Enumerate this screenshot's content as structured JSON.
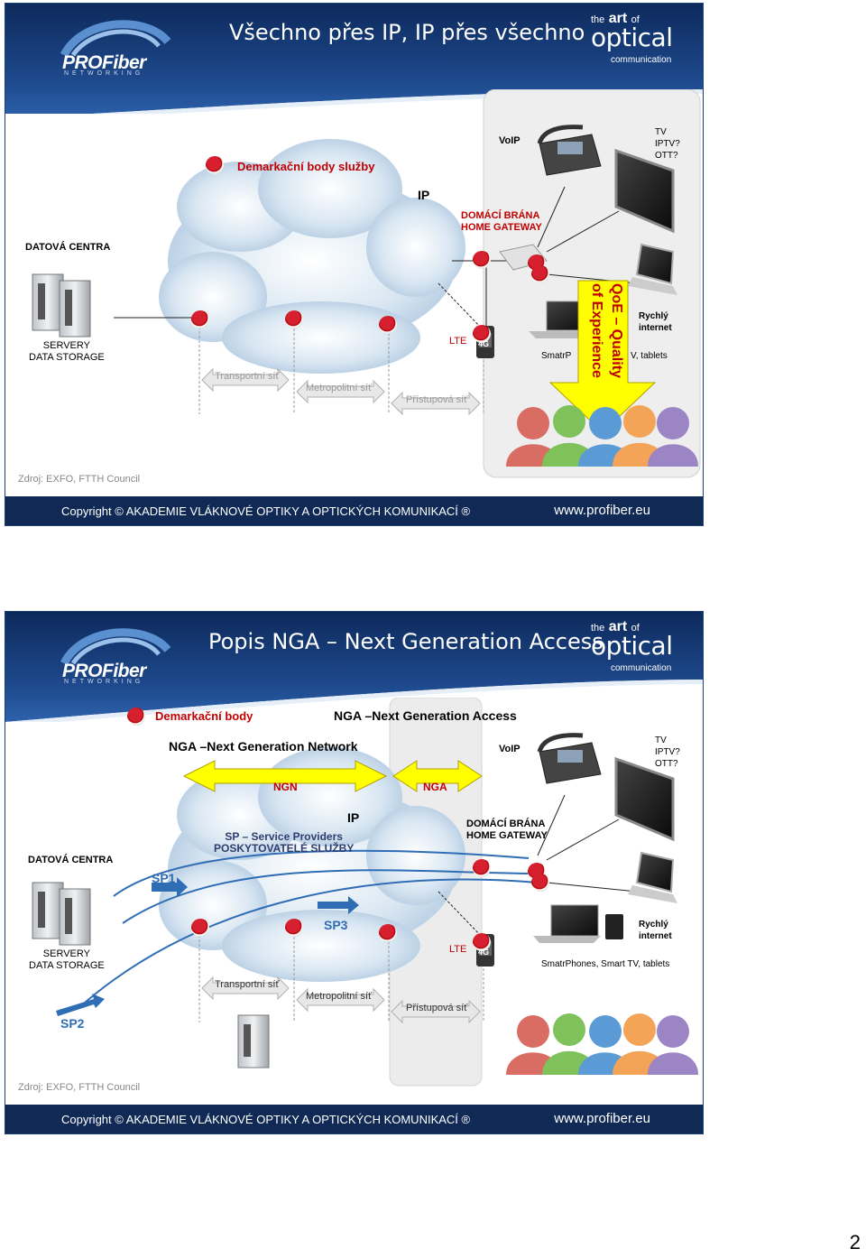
{
  "slide1": {
    "title": "Všechno přes IP, IP přes všechno",
    "logo": "PROFiber",
    "logo_sub": "NETWORKING",
    "art_the": "the",
    "art_art": "art",
    "art_of": "of",
    "art_optical": "optical",
    "art_comm": "communication",
    "demarc": "Demarkační body služby",
    "ip": "IP",
    "voip": "VoIP",
    "tv": "TV",
    "iptv": "IPTV?",
    "ott": "OTT?",
    "gateway1": "DOMÁCÍ BRÁNA",
    "gateway2": "HOME GATEWAY",
    "datacenter": "DATOVÁ CENTRA",
    "servery": "SERVERY",
    "storage": "DATA STORAGE",
    "lte": "LTE",
    "badge_4g": "4G",
    "rychly": "Rychlý",
    "internet": "internet",
    "smart_a": "SmatrP",
    "smart_b": "V, tablets",
    "qoe1": "QoE – Quality",
    "qoe2": "of Experience",
    "transport": "Transportní síť",
    "metro": "Metropolitní síť",
    "pristup": "Přístupová síť",
    "source": "Zdroj:  EXFO, FTTH Council",
    "copyright": "Copyright © AKADEMIE VLÁKNOVÉ OPTIKY A OPTICKÝCH KOMUNIKACÍ ®",
    "www": "www.profiber.eu"
  },
  "slide2": {
    "title": "Popis NGA – Next Generation Access",
    "logo": "PROFiber",
    "logo_sub": "NETWORKING",
    "art_the": "the",
    "art_art": "art",
    "art_of": "of",
    "art_optical": "optical",
    "art_comm": "communication",
    "demarc": "Demarkační body",
    "nga_access": "NGA –Next Generation Access",
    "ngn_network": "NGA –Next Generation Network",
    "voip": "VoIP",
    "tv": "TV",
    "iptv": "IPTV?",
    "ott": "OTT?",
    "ngn": "NGN",
    "nga": "NGA",
    "ip": "IP",
    "sp1_line": "SP – Service Providers",
    "sp2_line": "POSKYTOVATELÉ SLUŽBY",
    "gateway1": "DOMÁCÍ BRÁNA",
    "gateway2": "HOME GATEWAY",
    "datacenter": "DATOVÁ CENTRA",
    "sp1": "SP1",
    "sp2": "SP2",
    "sp3": "SP3",
    "servery": "SERVERY",
    "storage": "DATA STORAGE",
    "lte": "LTE",
    "badge_4g": "4G",
    "rychly": "Rychlý",
    "internet": "internet",
    "smart": "SmatrPhones, Smart TV, tablets",
    "transport": "Transportní síť",
    "metro": "Metropolitní síť",
    "pristup": "Přístupová síť",
    "source": "Zdroj:  EXFO, FTTH Council",
    "copyright": "Copyright © AKADEMIE VLÁKNOVÉ OPTIKY A OPTICKÝCH KOMUNIKACÍ ®",
    "www": "www.profiber.eu"
  },
  "page_number": "2",
  "colors": {
    "header_dark": "#0d2a5c",
    "header_light": "#2a5fa8",
    "footer": "#102a55",
    "demarc_red": "#c00000",
    "qoe_yellow": "#ffff00",
    "sp_blue": "#2f6db5"
  }
}
